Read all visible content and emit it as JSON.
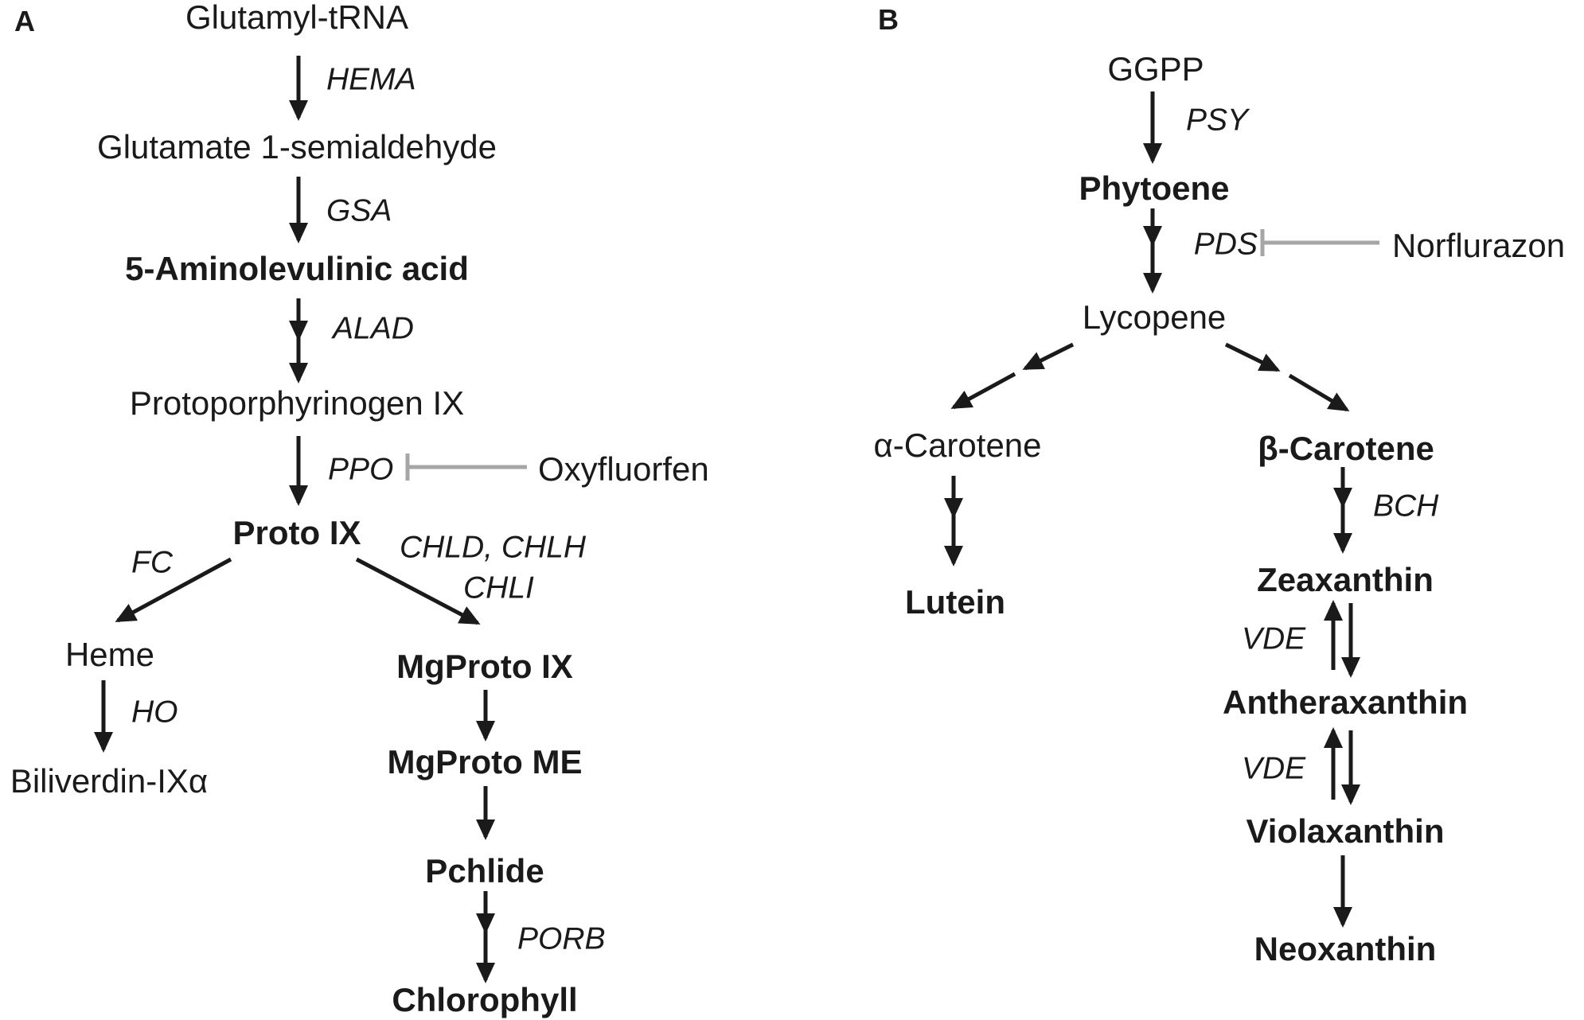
{
  "panels": {
    "a": "A",
    "b": "B"
  },
  "panel_a": {
    "glutamyl_trna": "Glutamyl-tRNA",
    "hema": "HEMA",
    "glutamate_semialdehyde": "Glutamate 1-semialdehyde",
    "gsa": "GSA",
    "aminolevulinic_acid": "5-Aminolevulinic acid",
    "alad": "ALAD",
    "protoporphyrinogen": "Protoporphyrinogen IX",
    "ppo": "PPO",
    "oxyfluorfen": "Oxyfluorfen",
    "proto_ix": "Proto IX",
    "fc": "FC",
    "chld_chlh": "CHLD, CHLH",
    "chli": "CHLI",
    "heme": "Heme",
    "ho": "HO",
    "biliverdin": "Biliverdin-IXα",
    "mgproto_ix": "MgProto IX",
    "mgproto_me": "MgProto ME",
    "pchlide": "Pchlide",
    "porb": "PORB",
    "chlorophyll": "Chlorophyll"
  },
  "panel_b": {
    "ggpp": "GGPP",
    "psy": "PSY",
    "phytoene": "Phytoene",
    "pds": "PDS",
    "norflurazon": "Norflurazon",
    "lycopene": "Lycopene",
    "alpha_carotene": "α-Carotene",
    "beta_carotene": "β-Carotene",
    "lutein": "Lutein",
    "bch": "BCH",
    "zeaxanthin": "Zeaxanthin",
    "vde_1": "VDE",
    "antheraxanthin": "Antheraxanthin",
    "vde_2": "VDE",
    "violaxanthin": "Violaxanthin",
    "neoxanthin": "Neoxanthin"
  },
  "colors": {
    "arrow": "#1a1a1a",
    "inhibition": "#a6a6a6"
  }
}
